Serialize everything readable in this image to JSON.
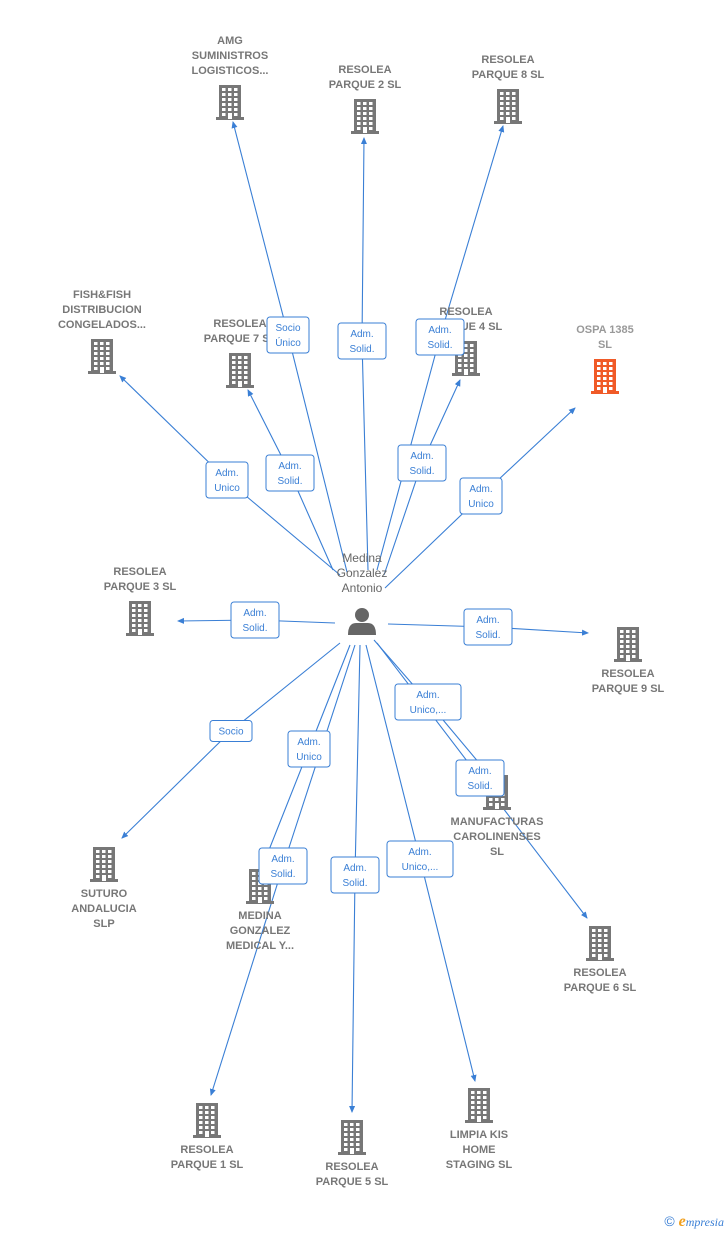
{
  "center": {
    "label": [
      "Medina",
      "Gonzalez",
      "Antonio"
    ],
    "icon": "person-icon"
  },
  "colors": {
    "edge": "#3a7fd5",
    "building": "#777777",
    "highlight": "#f05a28",
    "text": "#777777"
  },
  "nodes": [
    {
      "id": "amg",
      "label": [
        "AMG",
        "SUMINISTROS",
        "LOGISTICOS..."
      ],
      "highlight": false
    },
    {
      "id": "parque2",
      "label": [
        "RESOLEA",
        "PARQUE 2  SL"
      ],
      "highlight": false
    },
    {
      "id": "parque8",
      "label": [
        "RESOLEA",
        "PARQUE 8  SL"
      ],
      "highlight": false
    },
    {
      "id": "fishfish",
      "label": [
        "FISH&FISH",
        "DISTRIBUCION",
        "CONGELADOS..."
      ],
      "highlight": false
    },
    {
      "id": "parque7",
      "label": [
        "RESOLEA",
        "PARQUE 7  SL"
      ],
      "highlight": false
    },
    {
      "id": "parque4",
      "label": [
        "RESOLEA",
        "PARQUE 4  SL"
      ],
      "highlight": false
    },
    {
      "id": "ospa",
      "label": [
        "OSPA 1385",
        "SL"
      ],
      "highlight": true
    },
    {
      "id": "parque3",
      "label": [
        "RESOLEA",
        "PARQUE 3  SL"
      ],
      "highlight": false
    },
    {
      "id": "parque9",
      "label": [
        "RESOLEA",
        "PARQUE 9  SL"
      ],
      "highlight": false
    },
    {
      "id": "manufacturas",
      "label": [
        "MANUFACTURAS",
        "CAROLINENSES",
        "SL"
      ],
      "highlight": false
    },
    {
      "id": "suturo",
      "label": [
        "SUTURO",
        "ANDALUCIA",
        "SLP"
      ],
      "highlight": false
    },
    {
      "id": "medinamedical",
      "label": [
        "MEDINA",
        "GONZALEZ",
        "MEDICAL Y..."
      ],
      "highlight": false
    },
    {
      "id": "parque6",
      "label": [
        "RESOLEA",
        "PARQUE 6  SL"
      ],
      "highlight": false
    },
    {
      "id": "parque1",
      "label": [
        "RESOLEA",
        "PARQUE 1  SL"
      ],
      "highlight": false
    },
    {
      "id": "parque5",
      "label": [
        "RESOLEA",
        "PARQUE 5  SL"
      ],
      "highlight": false
    },
    {
      "id": "limpia",
      "label": [
        "LIMPIA KIS",
        "HOME",
        "STAGING  SL"
      ],
      "highlight": false
    }
  ],
  "edges": [
    {
      "to": "amg",
      "label": [
        "Socio",
        "Único"
      ]
    },
    {
      "to": "parque2",
      "label": [
        "Adm.",
        "Solid."
      ]
    },
    {
      "to": "parque8",
      "label": [
        "Adm.",
        "Solid."
      ]
    },
    {
      "to": "fishfish",
      "label": [
        "Adm.",
        "Unico"
      ]
    },
    {
      "to": "parque7",
      "label": [
        "Adm.",
        "Solid."
      ]
    },
    {
      "to": "parque4",
      "label": [
        "Adm.",
        "Solid."
      ]
    },
    {
      "to": "ospa",
      "label": [
        "Adm.",
        "Unico"
      ]
    },
    {
      "to": "parque3",
      "label": [
        "Adm.",
        "Solid."
      ]
    },
    {
      "to": "parque9",
      "label": [
        "Adm.",
        "Solid."
      ]
    },
    {
      "to": "manufacturas",
      "label": [
        "Adm.",
        "Unico,..."
      ]
    },
    {
      "to": "parque6",
      "label": [
        "Adm.",
        "Solid."
      ]
    },
    {
      "to": "suturo",
      "label": [
        "Socio"
      ]
    },
    {
      "to": "medinamedical",
      "label": [
        "Adm.",
        "Unico"
      ]
    },
    {
      "to": "parque1",
      "label": [
        "Adm.",
        "Solid."
      ]
    },
    {
      "to": "parque5",
      "label": [
        "Adm.",
        "Solid."
      ]
    },
    {
      "to": "limpia",
      "label": [
        "Adm.",
        "Unico,..."
      ]
    }
  ],
  "footer": {
    "copyright": "©",
    "brand_initial": "e",
    "brand_rest": "mpresia"
  }
}
